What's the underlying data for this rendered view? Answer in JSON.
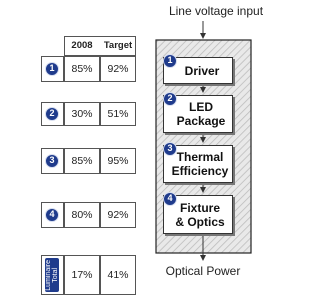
{
  "table": {
    "headers": [
      "2008",
      "Target"
    ],
    "rows": [
      {
        "badge": "1",
        "y2008": "85%",
        "target": "92%"
      },
      {
        "badge": "2",
        "y2008": "30%",
        "target": "51%"
      },
      {
        "badge": "3",
        "y2008": "85%",
        "target": "95%"
      },
      {
        "badge": "4",
        "y2008": "80%",
        "target": "92%"
      },
      {
        "label": "Luminaire\nTotal",
        "y2008": "17%",
        "target": "41%"
      }
    ]
  },
  "diagram": {
    "input_label": "Line voltage input",
    "output_label": "Optical Power",
    "stages": [
      {
        "badge": "1",
        "label": "Driver"
      },
      {
        "badge": "2",
        "label": "LED\nPackage"
      },
      {
        "badge": "3",
        "label": "Thermal\nEfficiency"
      },
      {
        "badge": "4",
        "label": "Fixture\n& Optics"
      }
    ]
  },
  "colors": {
    "badge": "#1f3b8c",
    "hatch": "#cfcfcf"
  }
}
